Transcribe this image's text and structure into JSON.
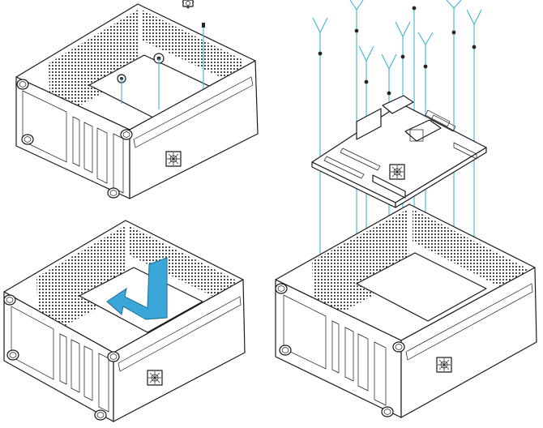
{
  "figure": {
    "panels": [
      {
        "name": "case-with-standoffs"
      },
      {
        "name": "case-with-insertion-arrow"
      },
      {
        "name": "motherboard-above-case"
      },
      {
        "name": "case-receiving-motherboard"
      }
    ],
    "colors": {
      "outline": "#1a1a1a",
      "guide_lines": "#3fb6d3",
      "arrow": "#3aa7d8",
      "background": "#ffffff"
    },
    "icons": [
      "standoff-screw-icon",
      "screw-icon",
      "arrow-icon",
      "fan-grille-icon"
    ]
  }
}
